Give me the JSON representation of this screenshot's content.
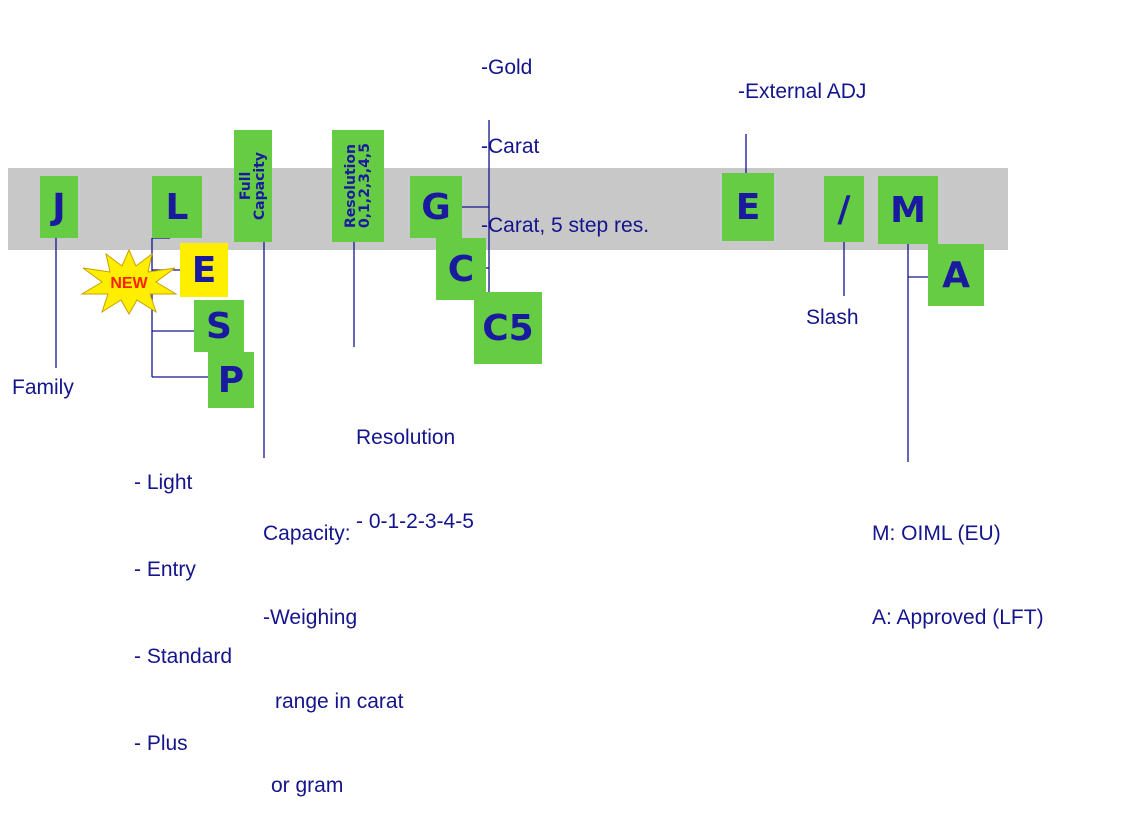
{
  "codes": {
    "family": "J",
    "light": "L",
    "entry": "E",
    "standard": "S",
    "plus": "P",
    "gold": "G",
    "carat": "C",
    "carat5": "C5",
    "external": "E",
    "slash": "/",
    "oiml": "M",
    "approved": "A"
  },
  "vertical": {
    "capacity": "Full\nCapacity",
    "resolution": "Resolution\n0,1,2,3,4,5"
  },
  "new_badge": "NEW",
  "labels": {
    "family": "Family",
    "levels": [
      "- Light",
      "- Entry",
      "- Standard",
      "- Plus"
    ],
    "capacity_title": "Capacity:",
    "capacity_lines": [
      "-Weighing",
      "range in carat",
      "or gram"
    ],
    "resolution_title": "Resolution",
    "resolution_values": "- 0-1-2-3-4-5",
    "variants": [
      "-Gold",
      "-Carat",
      "-Carat, 5 step res."
    ],
    "external": "-External ADJ",
    "slash": "Slash",
    "approval": [
      "M: OIML (EU)",
      "A: Approved (LFT)"
    ]
  },
  "colors": {
    "band": "#c8c8c8",
    "box": "#66cc44",
    "highlight": "#ffee00",
    "text": "#1a1aa0",
    "badge": "#ff2200"
  }
}
